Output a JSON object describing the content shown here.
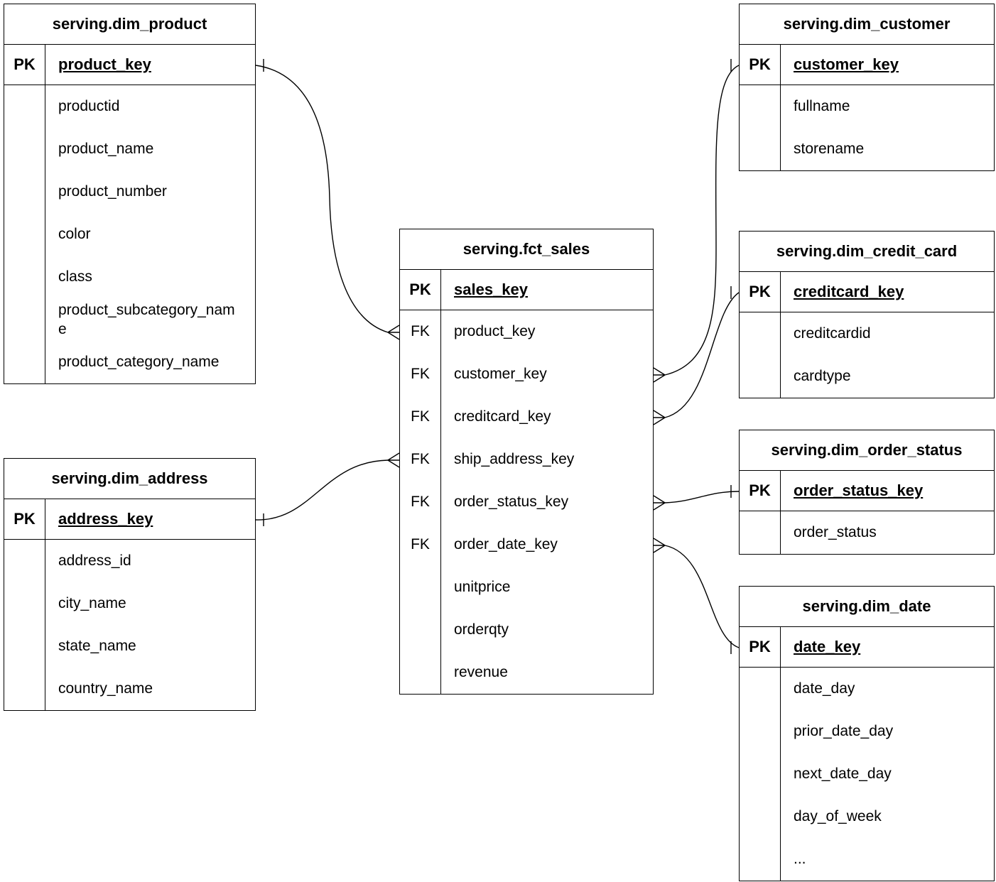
{
  "diagram": {
    "tables": {
      "dim_product": {
        "title": "serving.dim_product",
        "pk": {
          "k": "PK",
          "n": "product_key"
        },
        "rows": [
          {
            "k": "",
            "n": "productid"
          },
          {
            "k": "",
            "n": "product_name"
          },
          {
            "k": "",
            "n": "product_number"
          },
          {
            "k": "",
            "n": "color"
          },
          {
            "k": "",
            "n": "class"
          },
          {
            "k": "",
            "n": "product_subcategory_name"
          },
          {
            "k": "",
            "n": "product_category_name"
          }
        ]
      },
      "dim_customer": {
        "title": "serving.dim_customer",
        "pk": {
          "k": "PK",
          "n": "customer_key"
        },
        "rows": [
          {
            "k": "",
            "n": "fullname"
          },
          {
            "k": "",
            "n": "storename"
          }
        ]
      },
      "fct_sales": {
        "title": "serving.fct_sales",
        "pk": {
          "k": "PK",
          "n": "sales_key"
        },
        "rows": [
          {
            "k": "FK",
            "n": "product_key"
          },
          {
            "k": "FK",
            "n": "customer_key"
          },
          {
            "k": "FK",
            "n": "creditcard_key"
          },
          {
            "k": "FK",
            "n": "ship_address_key"
          },
          {
            "k": "FK",
            "n": "order_status_key"
          },
          {
            "k": "FK",
            "n": "order_date_key"
          },
          {
            "k": "",
            "n": "unitprice"
          },
          {
            "k": "",
            "n": "orderqty"
          },
          {
            "k": "",
            "n": "revenue"
          }
        ]
      },
      "dim_credit_card": {
        "title": "serving.dim_credit_card",
        "pk": {
          "k": "PK",
          "n": "creditcard_key"
        },
        "rows": [
          {
            "k": "",
            "n": "creditcardid"
          },
          {
            "k": "",
            "n": "cardtype"
          }
        ]
      },
      "dim_order_status": {
        "title": "serving.dim_order_status",
        "pk": {
          "k": "PK",
          "n": "order_status_key"
        },
        "rows": [
          {
            "k": "",
            "n": "order_status"
          }
        ]
      },
      "dim_date": {
        "title": "serving.dim_date",
        "pk": {
          "k": "PK",
          "n": "date_key"
        },
        "rows": [
          {
            "k": "",
            "n": "date_day"
          },
          {
            "k": "",
            "n": "prior_date_day"
          },
          {
            "k": "",
            "n": "next_date_day"
          },
          {
            "k": "",
            "n": "day_of_week"
          },
          {
            "k": "",
            "n": "..."
          }
        ]
      },
      "dim_address": {
        "title": "serving.dim_address",
        "pk": {
          "k": "PK",
          "n": "address_key"
        },
        "rows": [
          {
            "k": "",
            "n": "address_id"
          },
          {
            "k": "",
            "n": "city_name"
          },
          {
            "k": "",
            "n": "state_name"
          },
          {
            "k": "",
            "n": "country_name"
          }
        ]
      }
    },
    "relationships": [
      {
        "many": "serving.fct_sales.product_key",
        "one": "serving.dim_product.product_key"
      },
      {
        "many": "serving.fct_sales.customer_key",
        "one": "serving.dim_customer.customer_key"
      },
      {
        "many": "serving.fct_sales.creditcard_key",
        "one": "serving.dim_credit_card.creditcard_key"
      },
      {
        "many": "serving.fct_sales.ship_address_key",
        "one": "serving.dim_address.address_key"
      },
      {
        "many": "serving.fct_sales.order_status_key",
        "one": "serving.dim_order_status.order_status_key"
      },
      {
        "many": "serving.fct_sales.order_date_key",
        "one": "serving.dim_date.date_key"
      }
    ]
  }
}
